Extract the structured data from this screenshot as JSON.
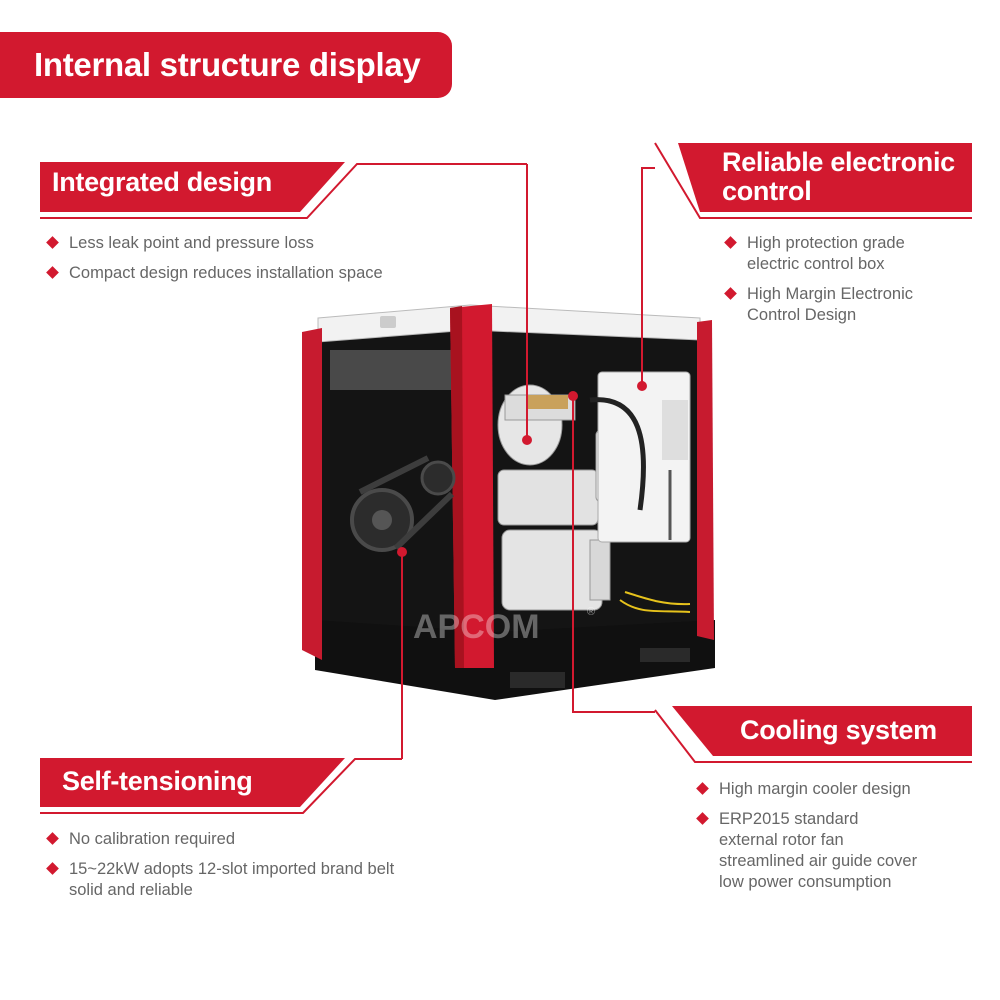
{
  "title": "Internal structure display",
  "brand": {
    "accent": "#d2192f",
    "logo": "APCOM"
  },
  "sections": [
    {
      "title": "Integrated design",
      "bullets": [
        "Less leak point and pressure loss",
        "Compact design reduces installation space"
      ]
    },
    {
      "title_lines": [
        "Reliable electronic",
        "control"
      ],
      "bullets": [
        [
          "High protection grade",
          "electric control box"
        ],
        [
          "High Margin Electronic",
          "Control Design"
        ]
      ]
    },
    {
      "title": "Cooling system",
      "bullets": [
        [
          "High margin cooler design"
        ],
        [
          "ERP2015 standard",
          "external rotor fan",
          "streamlined air guide cover",
          "low power consumption"
        ]
      ]
    },
    {
      "title": "Self-tensioning",
      "bullets": [
        [
          "No calibration required"
        ],
        [
          "15~22kW adopts 12-slot imported brand belt",
          "solid and reliable"
        ]
      ]
    }
  ],
  "icons": {
    "bullet": "red-diamond-icon",
    "trademark": "registered-mark-icon"
  }
}
